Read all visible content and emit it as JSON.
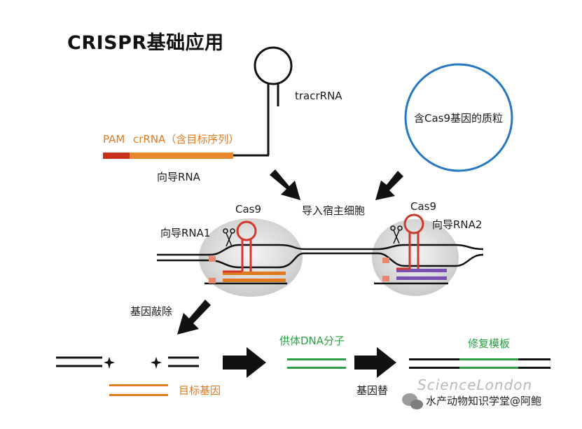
{
  "title": "CRISPR基础应用",
  "labels": {
    "tracrRNA": "tracrRNA",
    "plasmid": "含Cas9基因的质粒",
    "pam": "PAM",
    "crRNA": "crRNA（含目标序列）",
    "guideRNA": "向导RNA",
    "introduce": "导入宿主细胞",
    "cas9_left": "Cas9",
    "cas9_right": "Cas9",
    "guide1": "向导RNA1",
    "guide2": "向导RNA2",
    "knockout": "基因敲除",
    "target_gene": "目标基因",
    "donor": "供体DNA分子",
    "template": "修复模板",
    "replace": "基因替",
    "watermark": "ScienceLondon",
    "wechat": "水产动物知识学堂@阿鲍"
  },
  "colors": {
    "pam": "#c9301c",
    "crRNA": "#e7882c",
    "guide_left": "#d5372a",
    "guide_right": "#cc3a2c",
    "target_left": "#e07a20",
    "target_right": "#7a4fb0",
    "donor": "#2aa043",
    "plasmid": "#2577c4",
    "arrow": "#111111",
    "cas9_blob": "#d8d8d8"
  },
  "icons": {
    "arrow": "arrow-icon",
    "scissors": "scissors-icon",
    "break": "break-star-icon",
    "wechat": "wechat-icon"
  }
}
